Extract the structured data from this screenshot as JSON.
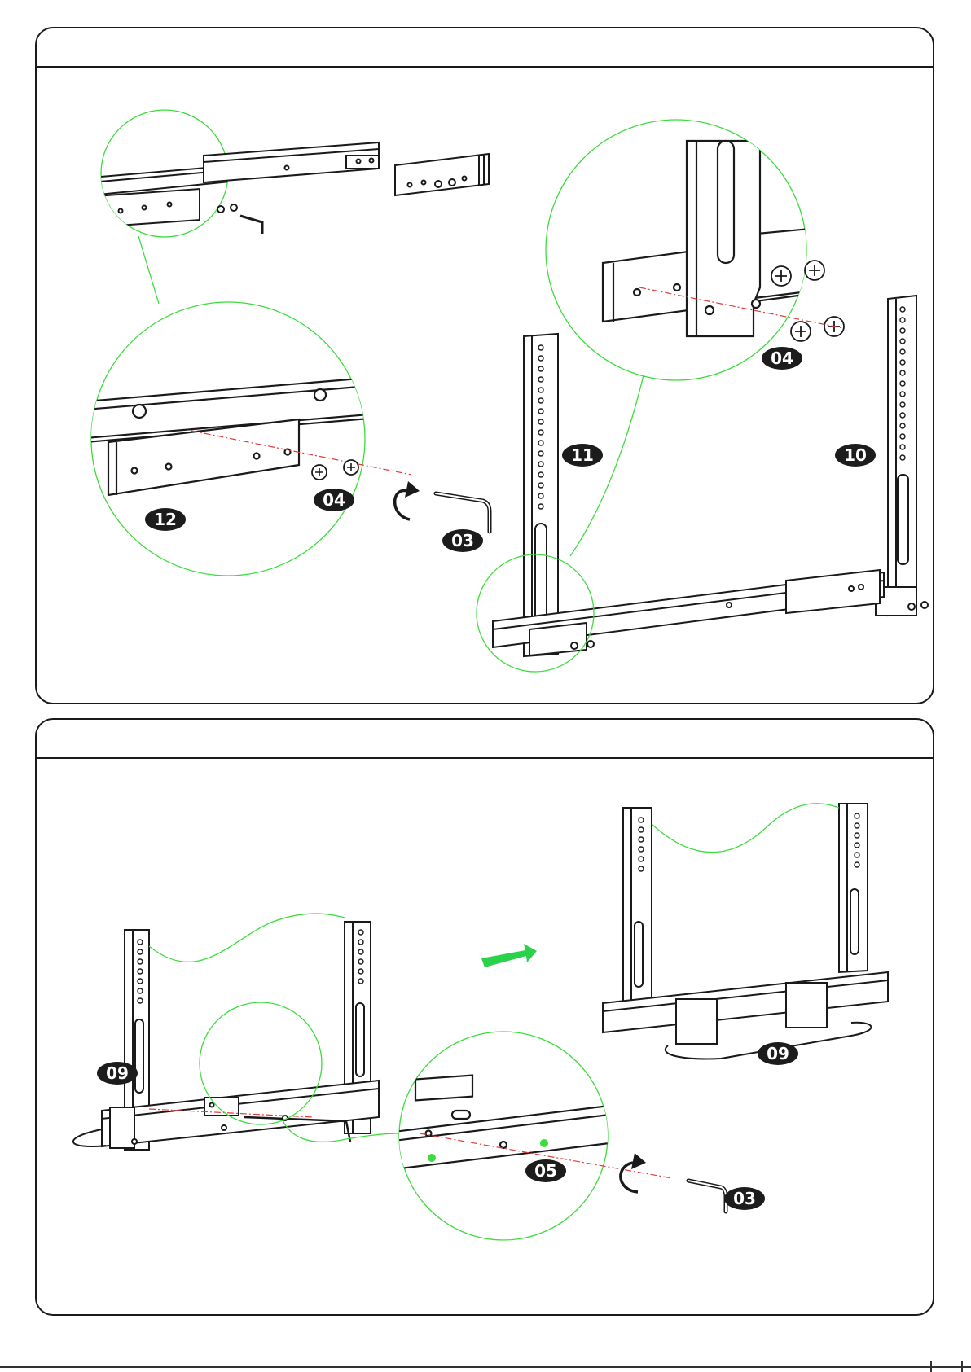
{
  "panel_1": {
    "callouts": {
      "c12": "12",
      "c04a": "04",
      "c03": "03",
      "c11": "11",
      "c10": "10",
      "c04b": "04"
    }
  },
  "panel_2": {
    "callouts": {
      "c09a": "09",
      "c05": "05",
      "c03": "03",
      "c09b": "09"
    }
  },
  "colors": {
    "line": "#1a1a1a",
    "magnifier": "#3cdc3c",
    "guide": "#e23a3a",
    "badge": "#1c1c1c",
    "badge_text": "#ffffff",
    "arrow": "#2ad24a"
  },
  "icons": [
    "rotate-arrow-icon",
    "next-step-arrow-icon",
    "hex-key-icon",
    "screw-icon"
  ]
}
